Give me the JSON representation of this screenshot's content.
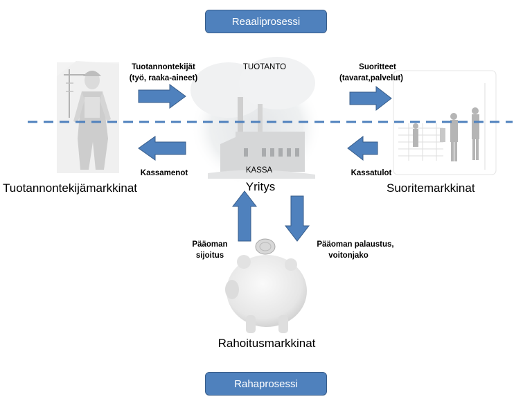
{
  "process_labels": {
    "real": "Reaaliprosessi",
    "money": "Rahaprosessi"
  },
  "nodes": {
    "production_markets": "Tuotannontekijämarkkinat",
    "company": "Yritys",
    "goods_markets": "Suoritemarkkinat",
    "financial_markets": "Rahoitusmarkkinat",
    "production": "TUOTANTO",
    "cash": "KASSA"
  },
  "flows": {
    "factors_title": "Tuotannontekijät",
    "factors_detail": "(työ, raaka-aineet)",
    "outputs_title": "Suoritteet",
    "outputs_detail": "(tavarat,palvelut)",
    "cash_out": "Kassamenot",
    "cash_in": "Kassatulot",
    "investment_line1": "Pääoman",
    "investment_line2": "sijoitus",
    "return_line1": "Pääoman palaustus,",
    "return_line2": "voitonjako"
  },
  "colors": {
    "arrow": "#4f81bd",
    "arrow_border": "#385d8a",
    "divider": "#4f81bd"
  }
}
